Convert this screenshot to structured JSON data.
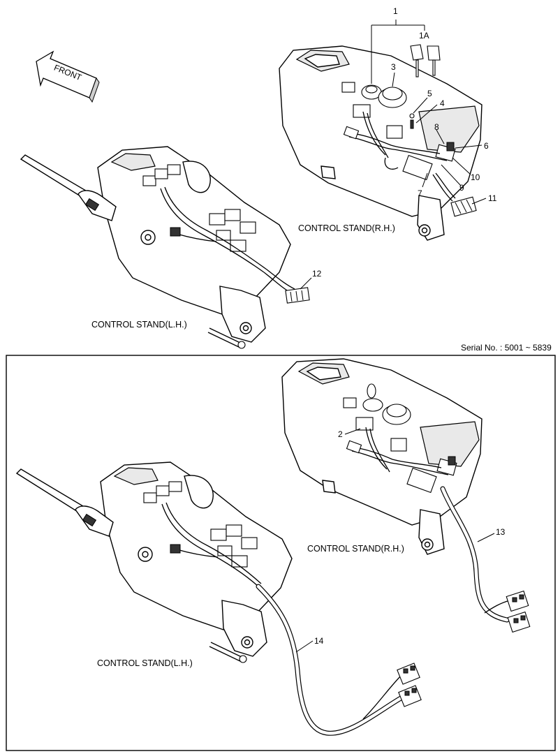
{
  "front_label": "FRONT",
  "top_section": {
    "caption_rh": "CONTROL STAND(R.H.)",
    "caption_lh": "CONTROL STAND(L.H.)",
    "callouts": {
      "c1": "1",
      "c1a": "1A",
      "c2": "3",
      "c3": "5",
      "c4": "4",
      "c5": "8",
      "c6": "6",
      "c7": "10",
      "c8": "9",
      "c9": "7",
      "c10": "11",
      "c11": "12"
    }
  },
  "serial_text": "Serial No. : 5001 ~ 5839",
  "bottom_section": {
    "caption_rh": "CONTROL STAND(R.H.)",
    "caption_lh": "CONTROL STAND(L.H.)",
    "callouts": {
      "c1": "2",
      "c2": "13",
      "c3": "14"
    }
  }
}
